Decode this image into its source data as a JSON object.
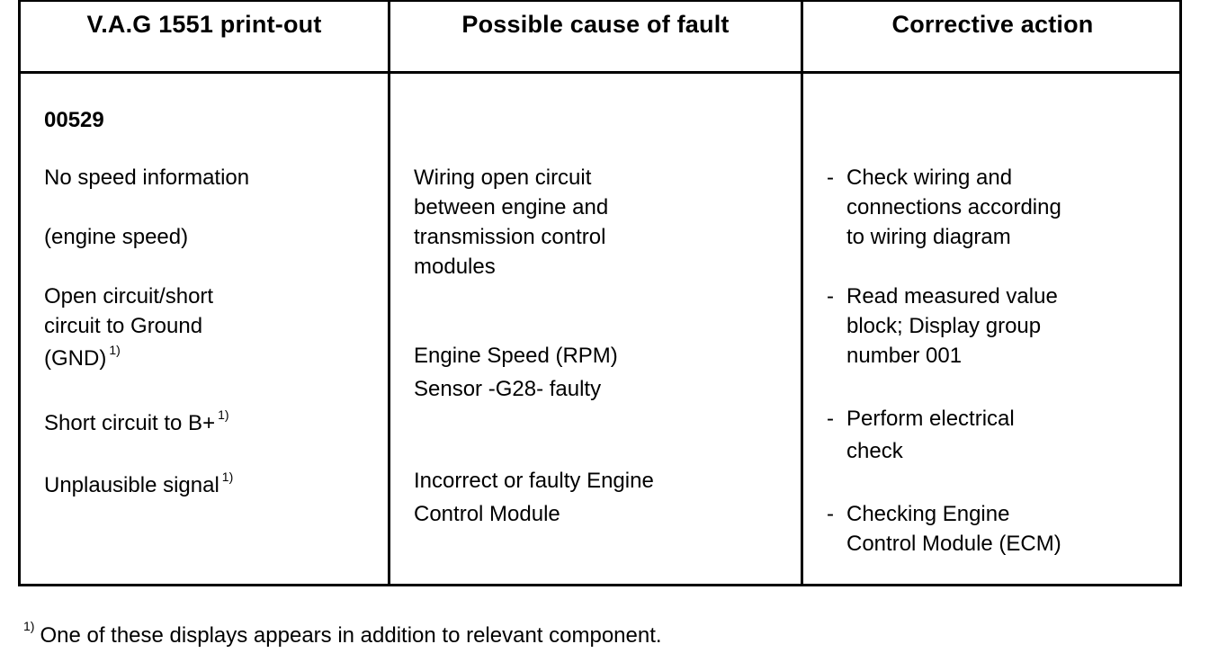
{
  "headers": {
    "col1": "V.A.G 1551 print-out",
    "col2": "Possible cause of fault",
    "col3": "Corrective action"
  },
  "col1": {
    "code": "00529",
    "line1": "No speed information",
    "line2": "(engine speed)",
    "line3a": "Open circuit/short",
    "line3b": "circuit to Ground",
    "line3c": "(GND)",
    "line4": "Short circuit to B+",
    "line5": "Unplausible signal",
    "sup": "1)"
  },
  "col2": {
    "cause1": [
      "Wiring open circuit",
      "between engine and",
      "transmission control",
      "modules"
    ],
    "cause2": [
      "Engine Speed (RPM)",
      "Sensor -G28- faulty"
    ],
    "cause3": [
      "Incorrect or faulty Engine",
      "Control Module"
    ]
  },
  "col3": {
    "dash": "-",
    "action1": [
      "Check wiring and",
      "connections according",
      "to wiring diagram"
    ],
    "action2": [
      "Read measured value",
      "block; Display group",
      "number 001"
    ],
    "action3": [
      "Perform electrical",
      "check"
    ],
    "action4": [
      "Checking Engine",
      "Control Module (ECM)"
    ]
  },
  "footnote": {
    "sup": "1)",
    "text": "One of these displays appears in addition to relevant component."
  }
}
